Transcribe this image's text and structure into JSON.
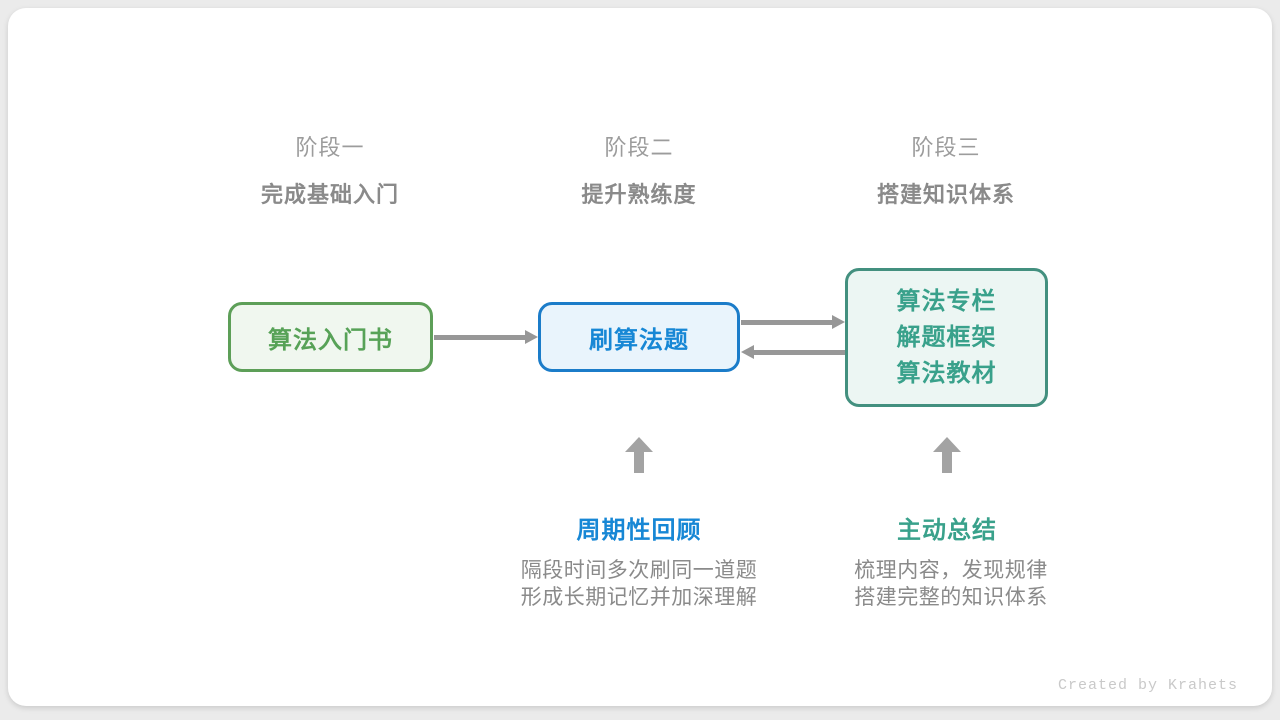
{
  "stages": [
    {
      "label": "阶段一",
      "subtitle": "完成基础入门"
    },
    {
      "label": "阶段二",
      "subtitle": "提升熟练度"
    },
    {
      "label": "阶段三",
      "subtitle": "搭建知识体系"
    }
  ],
  "nodes": [
    {
      "title": "算法入门书"
    },
    {
      "title": "刷算法题"
    },
    {
      "lines": [
        "算法专栏",
        "解题框架",
        "算法教材"
      ]
    }
  ],
  "annotations": [
    {
      "title": "周期性回顾",
      "desc_line1": "隔段时间多次刷同一道题",
      "desc_line2": "形成长期记忆并加深理解"
    },
    {
      "title": "主动总结",
      "desc_line1": "梳理内容，发现规律",
      "desc_line2": "搭建完整的知识体系"
    }
  ],
  "credit": "Created by Krahets",
  "colors": {
    "green_border": "#5d9f58",
    "green_text": "#57a257",
    "green_fill": "#f0f7ef",
    "blue_border": "#1b7cc9",
    "blue_text": "#1787d5",
    "blue_fill": "#e9f4fc",
    "teal_border": "#43907f",
    "teal_text": "#39a18b",
    "teal_fill": "#ecf6f3",
    "arrow_gray": "#979797",
    "label_gray": "#9c9c9c",
    "text_gray": "#8a8a8a",
    "credit_gray": "#c9c9c9",
    "card_bg": "#ffffff",
    "page_bg": "#ebebeb"
  }
}
